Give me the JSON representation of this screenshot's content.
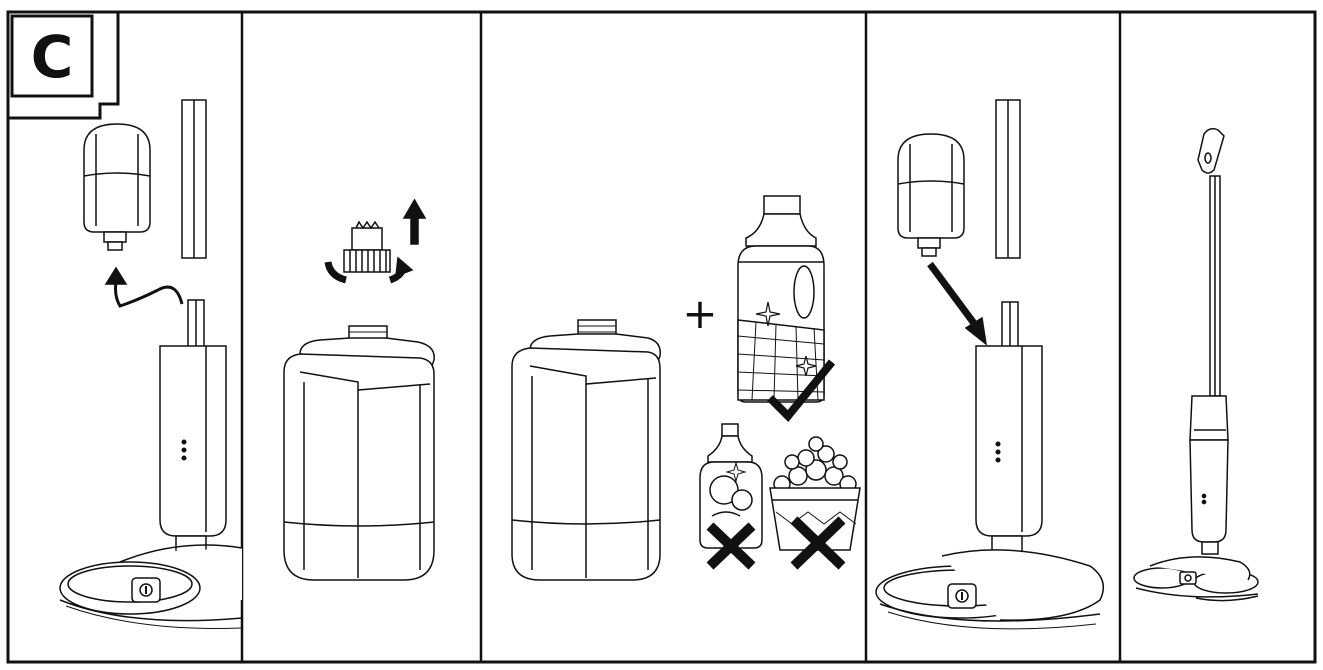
{
  "step_label": "C",
  "ink_color": "#111111",
  "paper_color": "#ffffff",
  "panels": [
    {
      "id": "remove-tank",
      "icons": [
        "water-tank-icon",
        "mop-handle-icon",
        "lift-arrow-icon",
        "spin-mop-icon"
      ]
    },
    {
      "id": "unscrew-cap",
      "icons": [
        "cap-icon",
        "rotate-arrow-icon",
        "up-arrow-icon",
        "water-tank-icon"
      ]
    },
    {
      "id": "add-cleaner",
      "icons": [
        "water-tank-icon",
        "plus-icon",
        "floor-cleaner-bottle-icon",
        "check-icon",
        "dish-soap-icon",
        "x-icon",
        "foam-bucket-icon",
        "x-icon"
      ]
    },
    {
      "id": "insert-tank",
      "icons": [
        "water-tank-icon",
        "mop-handle-icon",
        "insert-arrow-icon",
        "spin-mop-icon"
      ]
    },
    {
      "id": "ready",
      "icons": [
        "assembled-mop-icon"
      ]
    }
  ],
  "plus_symbol": "+"
}
